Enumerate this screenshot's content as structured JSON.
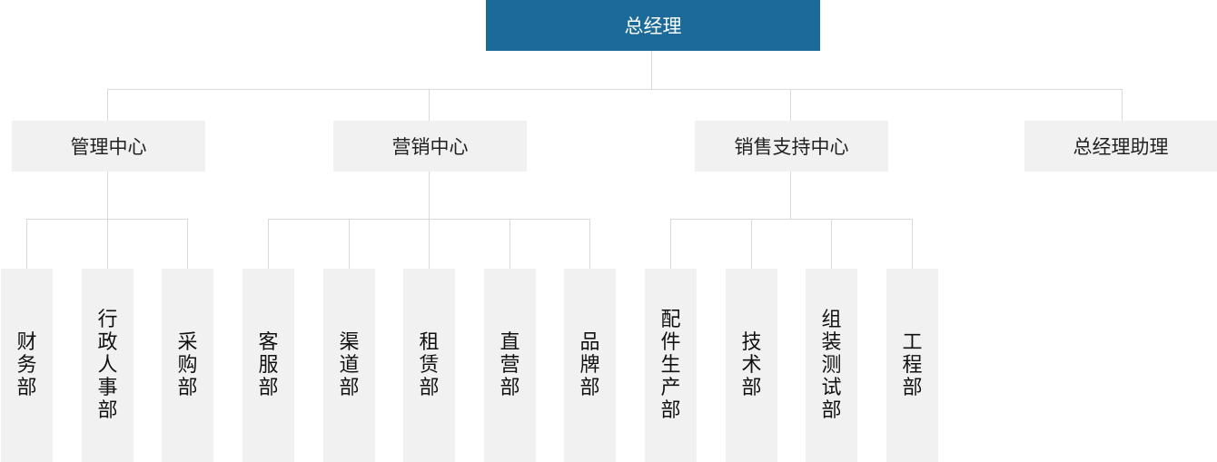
{
  "root": {
    "label": "总经理"
  },
  "centers": [
    {
      "label": "管理中心",
      "departments": [
        "财务部",
        "行政人事部",
        "采购部"
      ]
    },
    {
      "label": "营销中心",
      "departments": [
        "客服部",
        "渠道部",
        "租赁部",
        "直营部",
        "品牌部"
      ]
    },
    {
      "label": "销售支持中心",
      "departments": [
        "配件生产部",
        "技术部",
        "组装测试部",
        "工程部"
      ]
    },
    {
      "label": "总经理助理",
      "departments": []
    }
  ],
  "colors": {
    "root_bg": "#1b6a99",
    "root_text": "#ffffff",
    "box_bg": "#f1f1f1",
    "line": "#d9d9d9"
  }
}
